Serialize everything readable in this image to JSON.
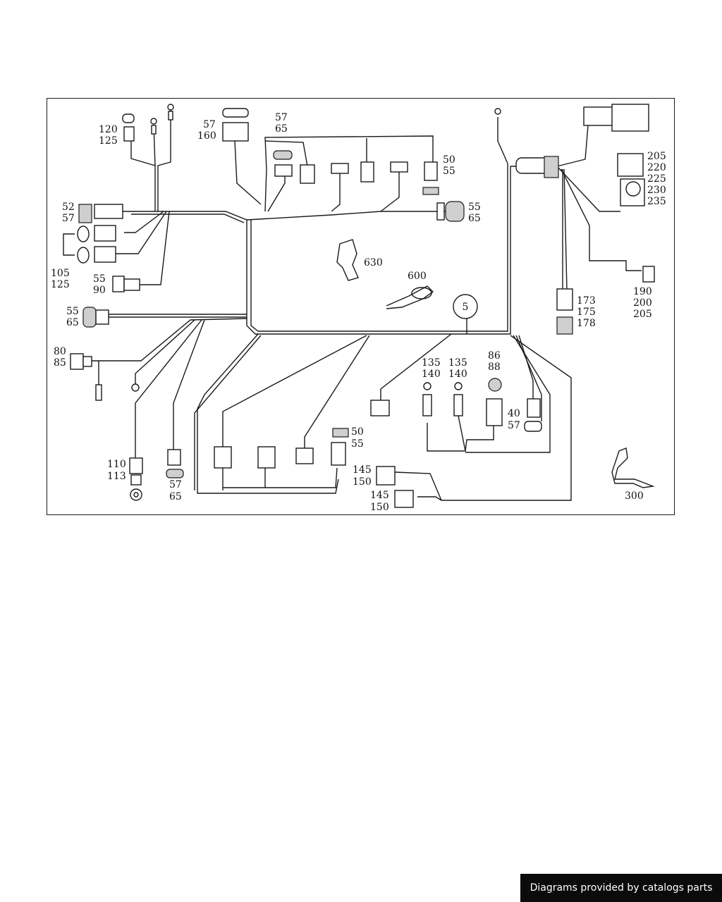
{
  "diagram": {
    "callouts": {
      "c120_125": [
        "120",
        "125"
      ],
      "c57_160": [
        "57",
        "160"
      ],
      "c57_65_top": [
        "57",
        "65"
      ],
      "c50_55_top": [
        "50",
        "55"
      ],
      "c205_235": [
        "205",
        "220",
        "225",
        "230",
        "235"
      ],
      "c52_57": [
        "52",
        "57"
      ],
      "c55_65_right": [
        "55",
        "65"
      ],
      "c630": "630",
      "c600": "600",
      "c105_125": [
        "105",
        "125"
      ],
      "c55_90": [
        "55",
        "90"
      ],
      "c190_205": [
        "190",
        "200",
        "205"
      ],
      "c173_178": [
        "173",
        "175",
        "178"
      ],
      "c55_65_left": [
        "55",
        "65"
      ],
      "c5": "5",
      "c80_85": [
        "80",
        "85"
      ],
      "c135_140_a": [
        "135",
        "140"
      ],
      "c135_140_b": [
        "135",
        "140"
      ],
      "c86_88": [
        "86",
        "88"
      ],
      "c40_57": [
        "40",
        "57"
      ],
      "c50_55_bottom": [
        "50",
        "55"
      ],
      "c110_113": [
        "110",
        "113"
      ],
      "c57_65_bottom": [
        "57",
        "65"
      ],
      "c145_150_a": [
        "145",
        "150"
      ],
      "c145_150_b": [
        "145",
        "150"
      ],
      "c300": "300"
    }
  },
  "footer": {
    "text": "Diagrams provided by catalogs parts"
  }
}
